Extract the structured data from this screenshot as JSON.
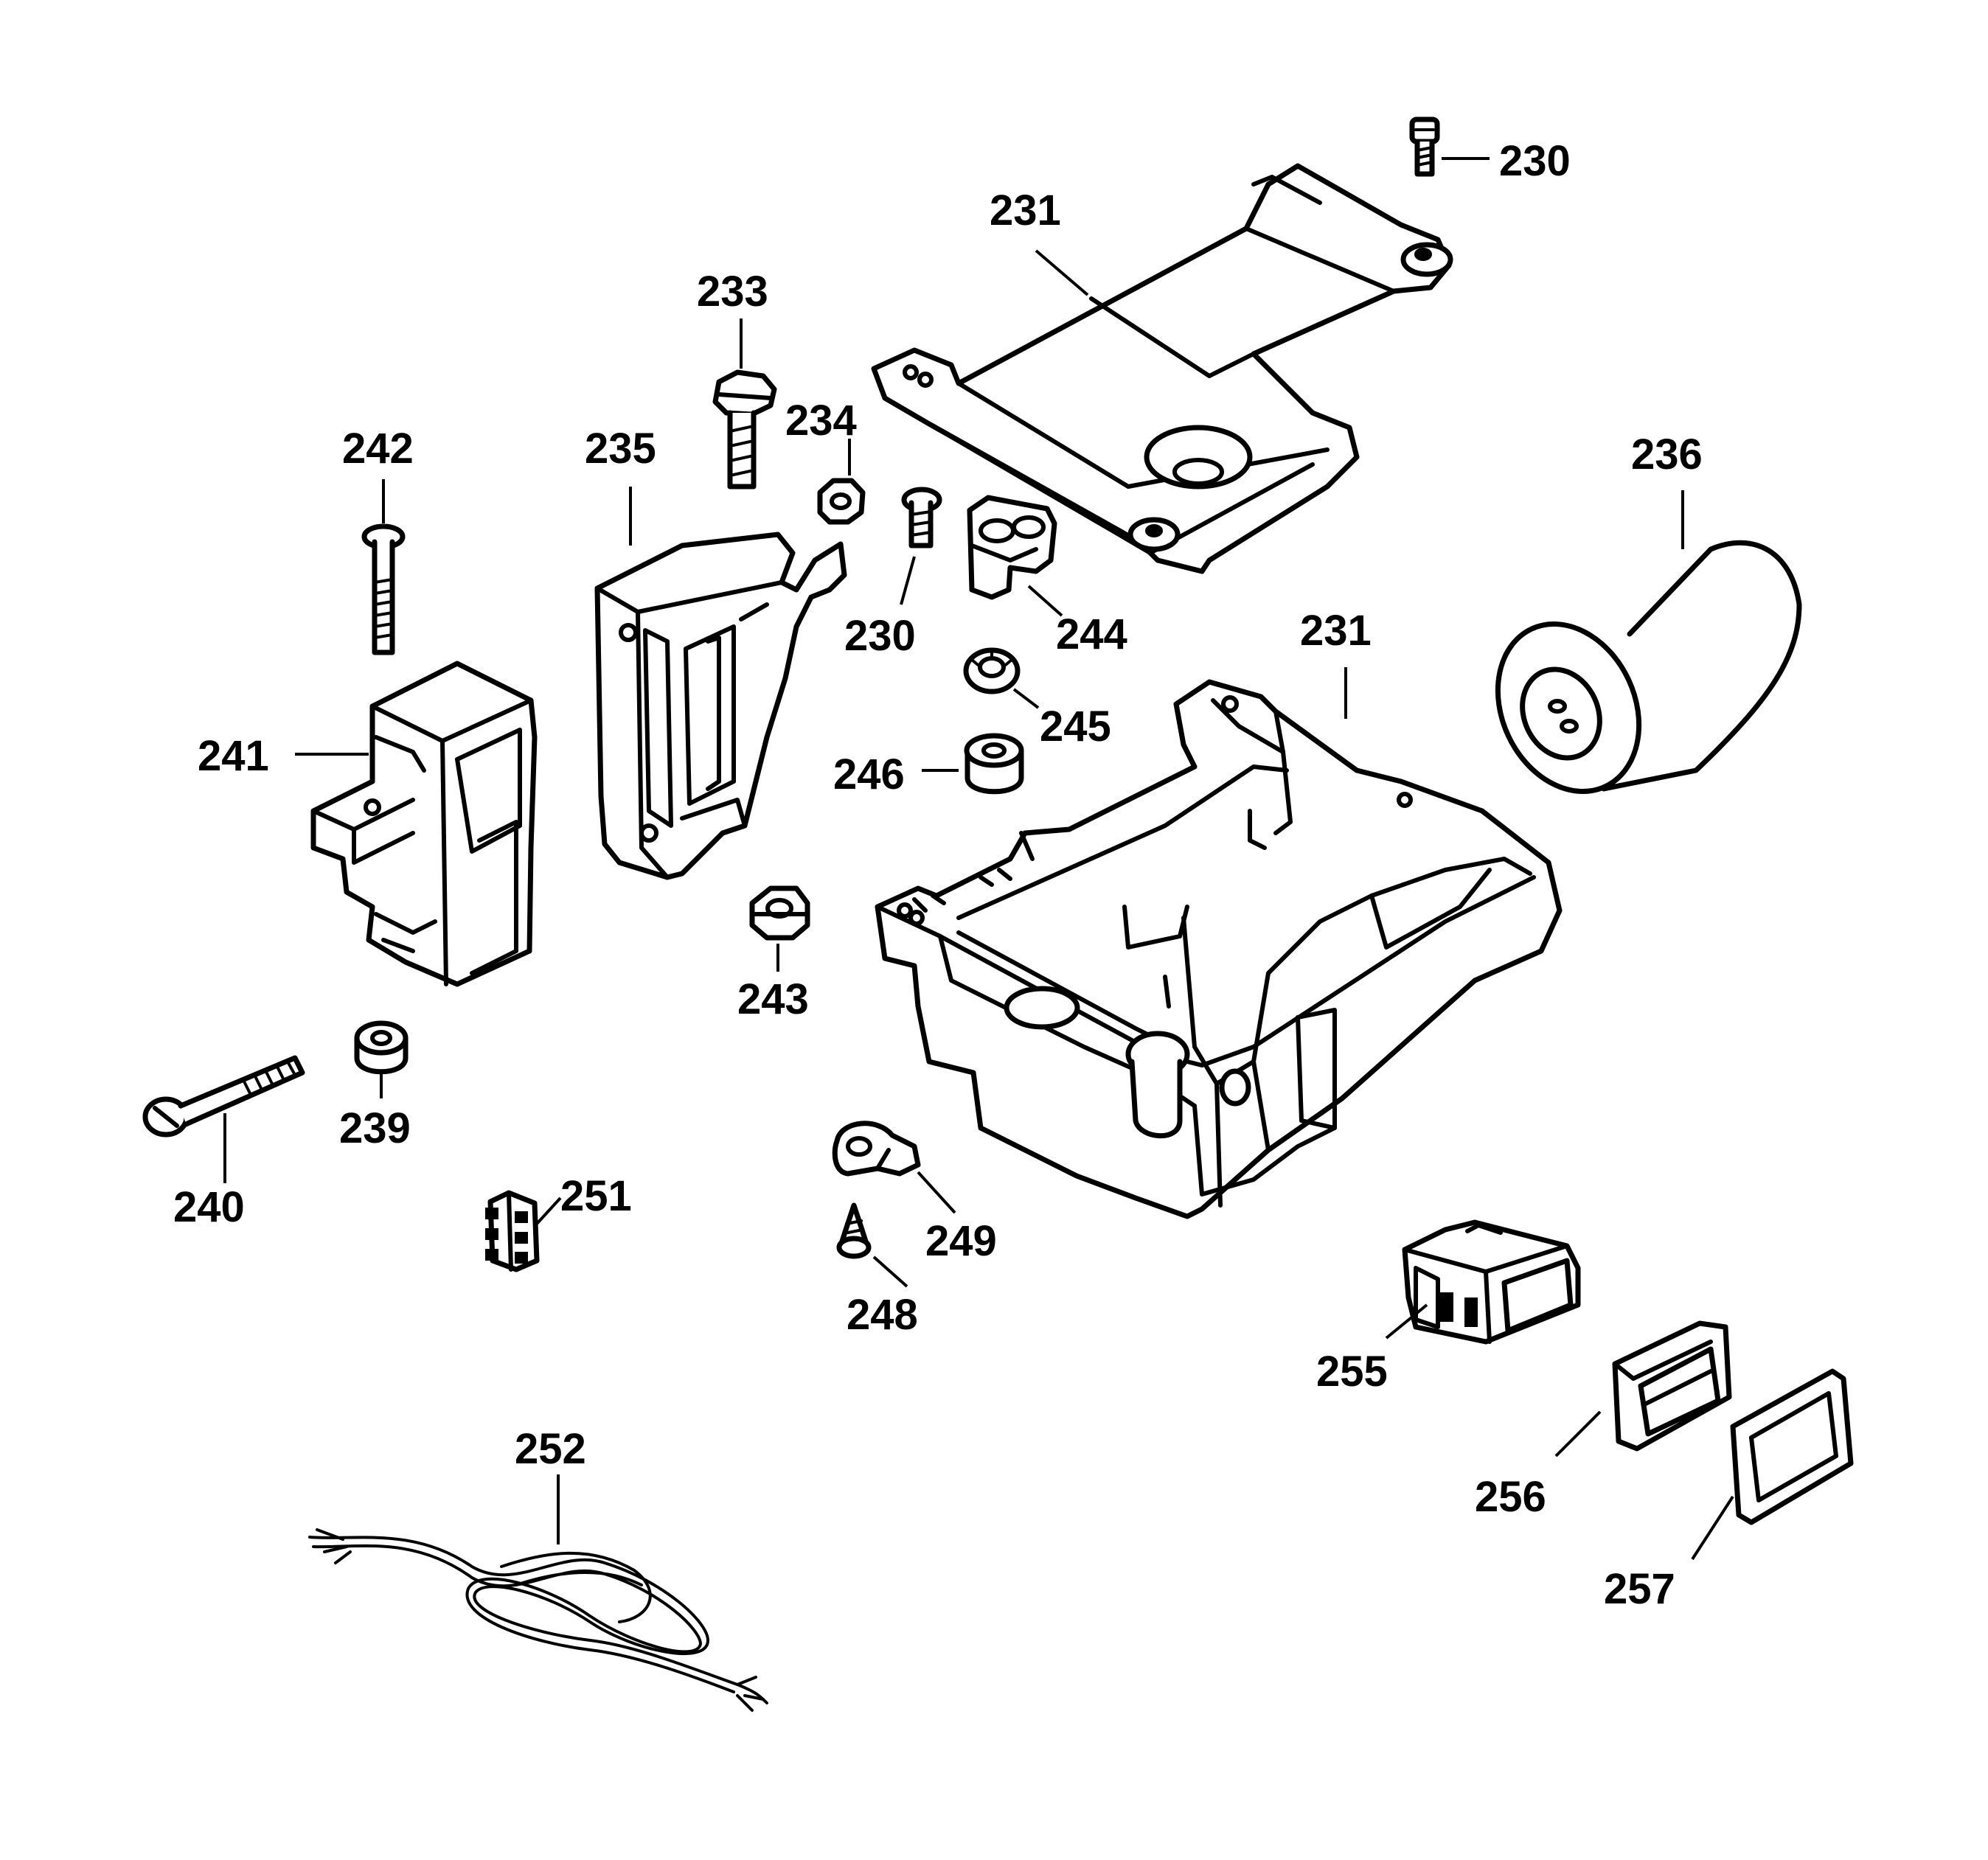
{
  "callouts": {
    "c230a": "230",
    "c231a": "231",
    "c233": "233",
    "c234": "234",
    "c242": "242",
    "c235": "235",
    "c236": "236",
    "c230b": "230",
    "c244": "244",
    "c231b": "231",
    "c245": "245",
    "c241": "241",
    "c246": "246",
    "c243": "243",
    "c239": "239",
    "c240": "240",
    "c251": "251",
    "c249": "249",
    "c248": "248",
    "c255": "255",
    "c256": "256",
    "c257": "257",
    "c252": "252"
  },
  "colors": {
    "line": "#000000",
    "background": "#ffffff"
  }
}
